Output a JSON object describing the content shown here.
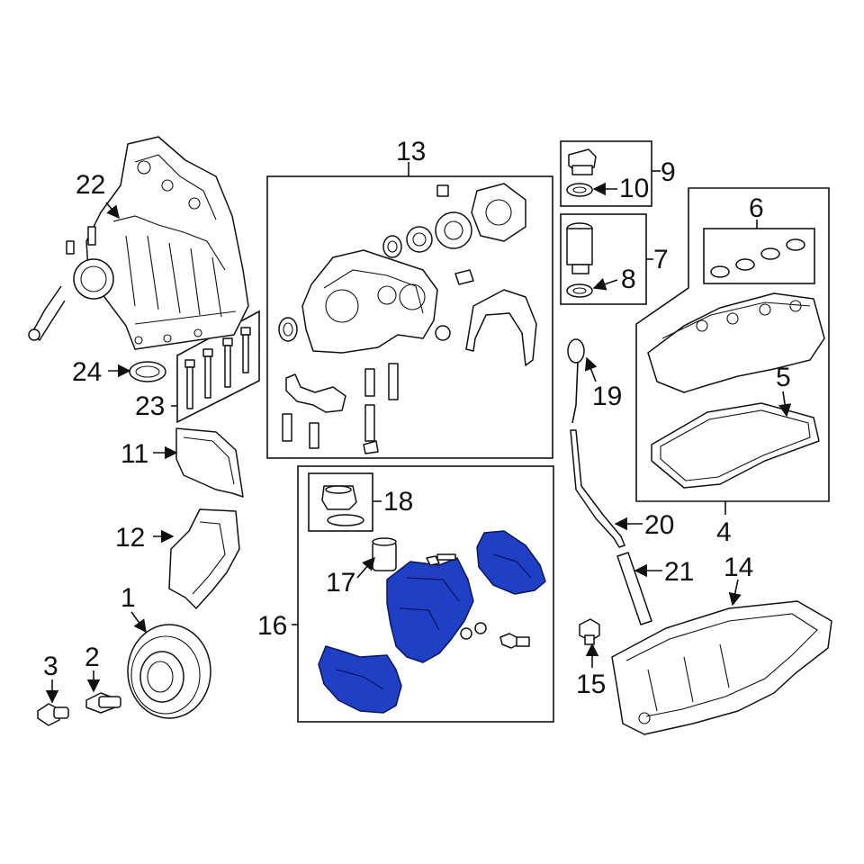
{
  "highlight_color": "#1f3fc4",
  "callouts": {
    "c1": "1",
    "c2": "2",
    "c3": "3",
    "c4": "4",
    "c5": "5",
    "c6": "6",
    "c7": "7",
    "c8": "8",
    "c9": "9",
    "c10": "10",
    "c11": "11",
    "c12": "12",
    "c13": "13",
    "c14": "14",
    "c15": "15",
    "c16": "16",
    "c17": "17",
    "c18": "18",
    "c19": "19",
    "c20": "20",
    "c21": "21",
    "c22": "22",
    "c23": "23",
    "c24": "24"
  }
}
